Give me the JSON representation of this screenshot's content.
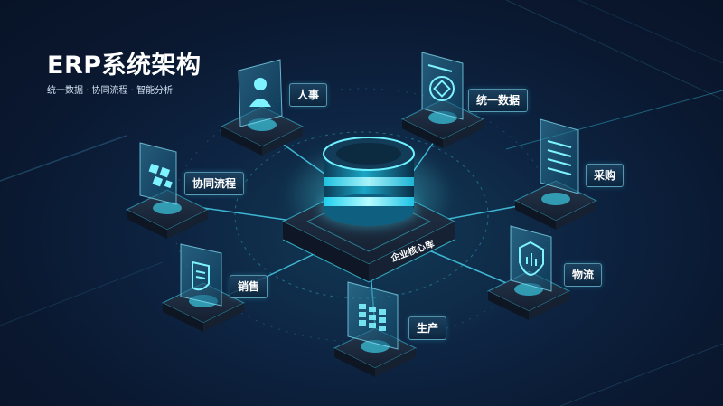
{
  "header": {
    "title": "ERP系统架构",
    "subtitle": "统一数据 · 协同流程 · 智能分析"
  },
  "core": {
    "label": "企业核心库",
    "icon": "database-cylinder-icon"
  },
  "modules": [
    {
      "id": "hr",
      "label": "人事",
      "icon": "person-icon"
    },
    {
      "id": "unified-data",
      "label": "统一数据",
      "icon": "data-shield-icon"
    },
    {
      "id": "collab",
      "label": "协同流程",
      "icon": "cubes-icon"
    },
    {
      "id": "purchase",
      "label": "采购",
      "icon": "document-list-icon"
    },
    {
      "id": "sales",
      "label": "销售",
      "icon": "document-shield-icon"
    },
    {
      "id": "logistics",
      "label": "物流",
      "icon": "shield-chart-icon"
    },
    {
      "id": "production",
      "label": "生产",
      "icon": "grid-blocks-icon"
    }
  ],
  "colors": {
    "background": "#0b1a33",
    "accent": "#3fe6ff",
    "panel_border": "#8cebff"
  }
}
